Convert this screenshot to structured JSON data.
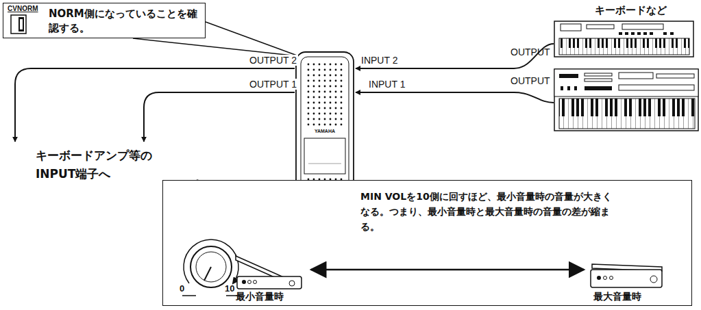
{
  "diagram": {
    "nodes": [
      {
        "text": [
          "CV",
          "NORM",
          "NORM側になっていることを確認する。"
        ]
      },
      {
        "text": [
          "キーボードなど",
          "OUTPUT"
        ]
      },
      {
        "text": [
          "OUTPUT"
        ]
      },
      {
        "text": [
          "YAMAHA"
        ]
      },
      {
        "text": [
          "キーボードアンプ等の INPUT端子へ"
        ]
      },
      {
        "text": [
          "MIN VOLを10側に回すほど、最小音量時の音量が大きくなる。つまり、最小音量時と最大音量時の音量の差が縮まる。",
          "最小音量時",
          "最大音量時"
        ]
      }
    ],
    "edges": [
      {
        "from": 1,
        "to": 3,
        "arrow": "to",
        "label": "INPUT 2"
      },
      {
        "from": 2,
        "to": 3,
        "arrow": "to",
        "label": "INPUT 1"
      },
      {
        "from": 3,
        "to": 4,
        "arrow": "to",
        "label": "OUTPUT 2"
      },
      {
        "from": 3,
        "to": 4,
        "arrow": "to",
        "label": "OUTPUT 1"
      },
      {
        "from": 0,
        "to": 3,
        "arrow": "none"
      },
      {
        "from": 5,
        "to": 3,
        "arrow": "none"
      }
    ],
    "labels": [
      "0",
      "10"
    ]
  }
}
